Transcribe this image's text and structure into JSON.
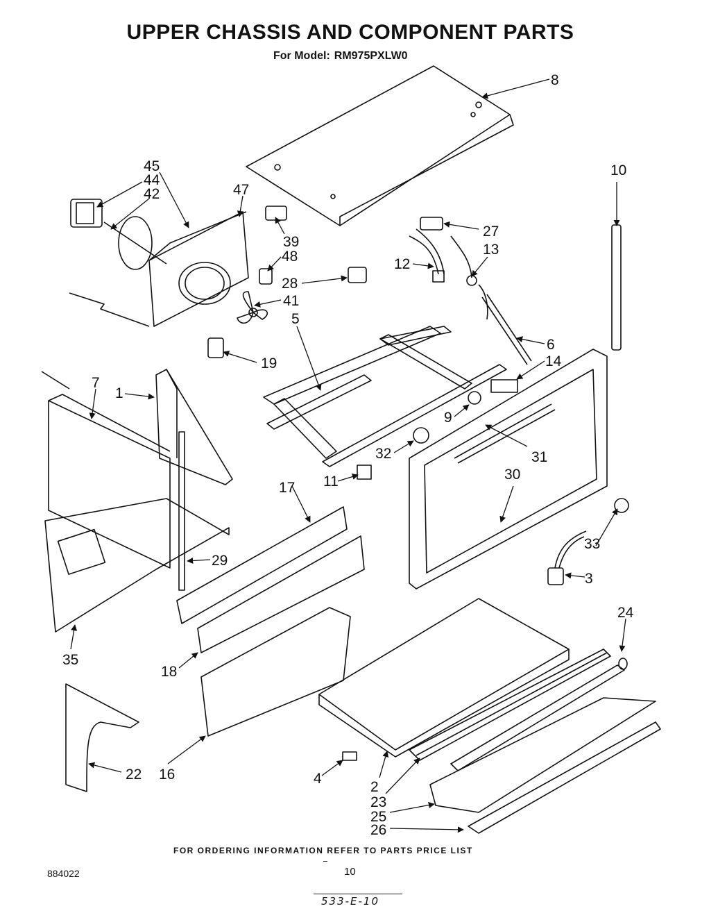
{
  "header": {
    "title": "UPPER CHASSIS AND COMPONENT PARTS",
    "model_label": "For Model:",
    "model_number": "RM975PXLW0"
  },
  "callouts": [
    "8",
    "45",
    "44",
    "42",
    "47",
    "10",
    "39",
    "48",
    "27",
    "12",
    "13",
    "28",
    "41",
    "5",
    "6",
    "19",
    "14",
    "7",
    "1",
    "9",
    "32",
    "31",
    "11",
    "30",
    "17",
    "33",
    "3",
    "29",
    "24",
    "35",
    "18",
    "16",
    "22",
    "4",
    "2",
    "23",
    "25",
    "26"
  ],
  "footer": {
    "ordering_note": "FOR ORDERING INFORMATION REFER TO PARTS PRICE LIST",
    "doc_number": "884022",
    "page_number": "10",
    "handwritten_code": "533-E-10"
  }
}
